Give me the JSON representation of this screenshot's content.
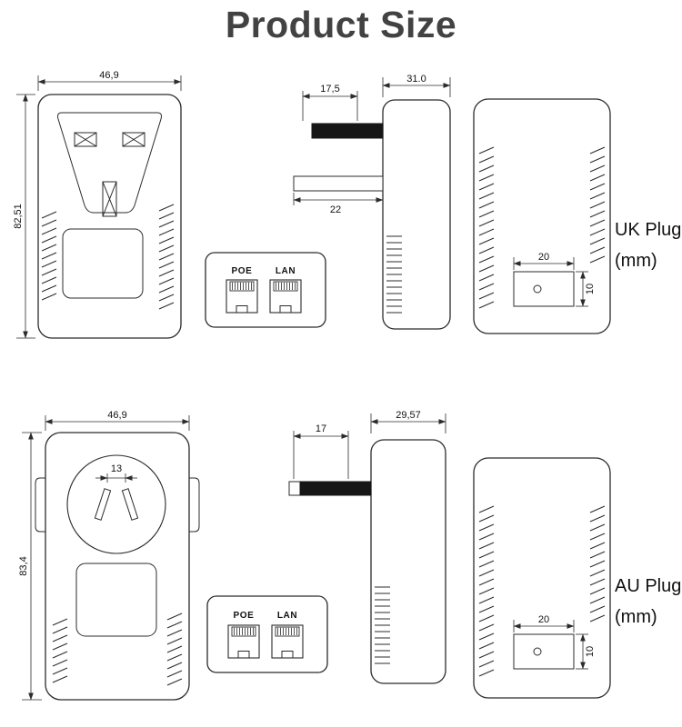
{
  "title": "Product Size",
  "uk": {
    "label": "UK Plug",
    "unit": "(mm)",
    "front": {
      "width": "46,9",
      "height": "82,51"
    },
    "bottom": {
      "poe": "POE",
      "lan": "LAN"
    },
    "side": {
      "pin_length": "17,5",
      "body_depth": "31.0",
      "pin_span": "22"
    },
    "rear": {
      "slot_width": "20",
      "slot_height": "10"
    }
  },
  "au": {
    "label": "AU Plug",
    "unit": "(mm)",
    "front": {
      "width": "46,9",
      "height": "83,4",
      "pin_gap": "13"
    },
    "bottom": {
      "poe": "POE",
      "lan": "LAN"
    },
    "side": {
      "pin_length": "17",
      "body_depth": "29,57"
    },
    "rear": {
      "slot_width": "20",
      "slot_height": "10"
    }
  }
}
